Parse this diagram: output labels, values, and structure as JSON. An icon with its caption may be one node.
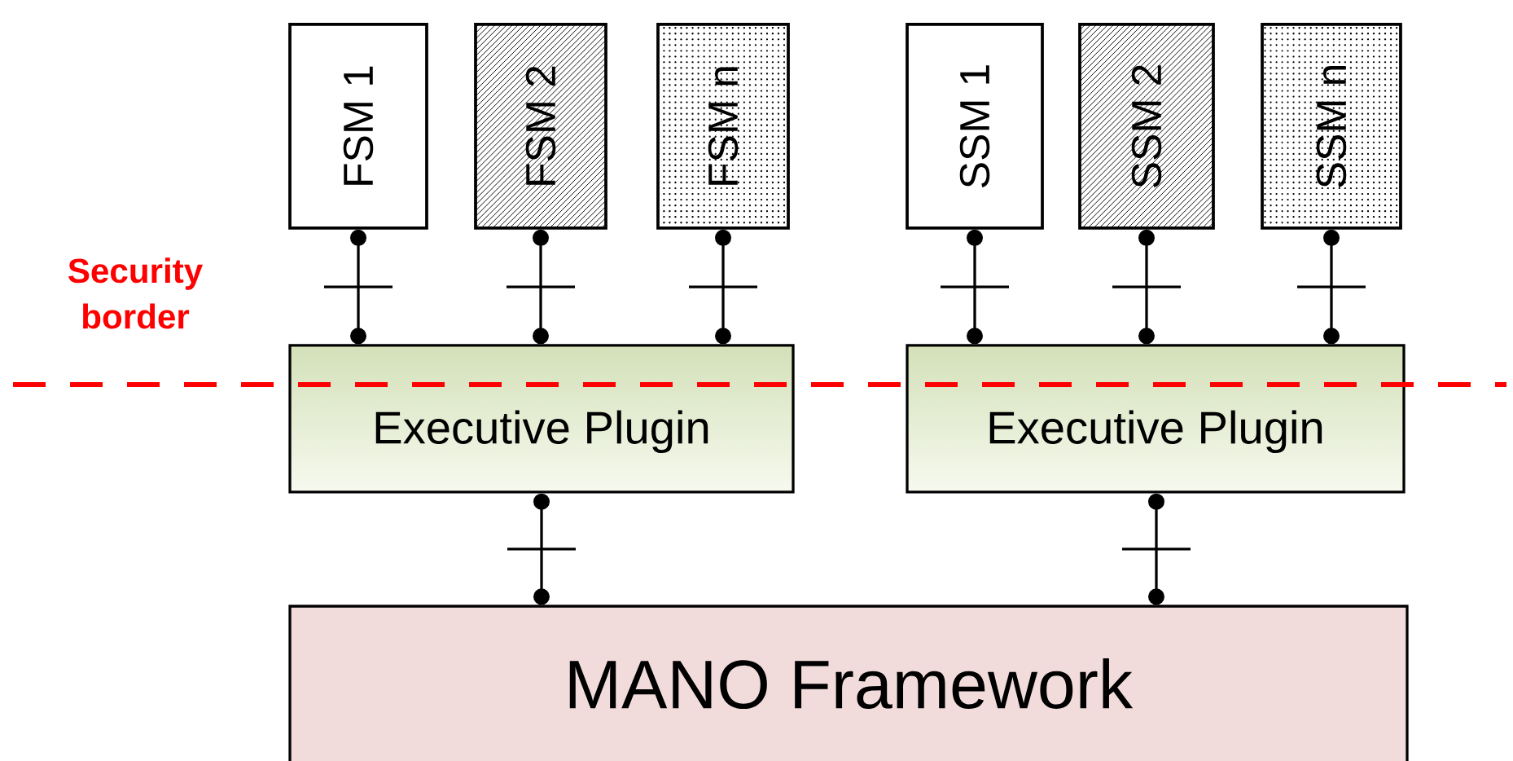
{
  "diagram": {
    "nodes": [
      {
        "text": [
          "FSM 1"
        ]
      },
      {
        "text": [
          "FSM 2"
        ]
      },
      {
        "text": [
          "FSM n"
        ]
      },
      {
        "text": [
          "SSM 1"
        ]
      },
      {
        "text": [
          "SSM 2"
        ]
      },
      {
        "text": [
          "SSM n"
        ]
      },
      {
        "text": [
          "Executive Plugin"
        ]
      },
      {
        "text": [
          "Executive Plugin"
        ]
      },
      {
        "text": [
          "MANO Framework"
        ]
      }
    ],
    "edges": [
      {
        "from": 0,
        "to": 6,
        "arrow": "other"
      },
      {
        "from": 1,
        "to": 6,
        "arrow": "other"
      },
      {
        "from": 2,
        "to": 6,
        "arrow": "other"
      },
      {
        "from": 3,
        "to": 7,
        "arrow": "other"
      },
      {
        "from": 4,
        "to": 7,
        "arrow": "other"
      },
      {
        "from": 5,
        "to": 7,
        "arrow": "other"
      },
      {
        "from": 6,
        "to": 8,
        "arrow": "other"
      },
      {
        "from": 7,
        "to": 8,
        "arrow": "other"
      }
    ],
    "labels": [
      "Security border"
    ]
  }
}
